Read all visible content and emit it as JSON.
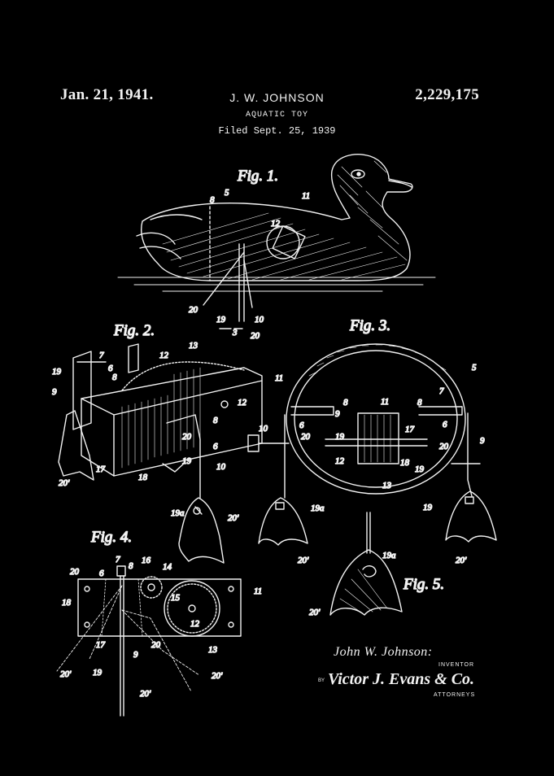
{
  "header": {
    "date": "Jan. 21, 1941.",
    "inventor_name": "J. W. JOHNSON",
    "patent_number": "2,229,175",
    "title": "AQUATIC TOY",
    "filed": "Filed Sept. 25, 1939"
  },
  "figures": {
    "fig1": {
      "label": "Fig. 1.",
      "refs": [
        "5",
        "11",
        "12",
        "8",
        "20",
        "19",
        "10",
        "3",
        "20"
      ]
    },
    "fig2": {
      "label": "Fig. 2.",
      "refs": [
        "7",
        "6",
        "8",
        "19",
        "9",
        "13",
        "12",
        "11",
        "12",
        "8",
        "20",
        "6",
        "17",
        "18",
        "19",
        "10",
        "20'",
        "19a",
        "20'"
      ]
    },
    "fig3": {
      "label": "Fig. 3.",
      "refs": [
        "5",
        "8",
        "9",
        "11",
        "8",
        "7",
        "10",
        "6",
        "20",
        "19",
        "17",
        "6",
        "20",
        "9",
        "12",
        "18",
        "19",
        "13",
        "19a",
        "19",
        "20'",
        "20'"
      ]
    },
    "fig4": {
      "label": "Fig. 4.",
      "refs": [
        "7",
        "6",
        "8",
        "16",
        "14",
        "20",
        "11",
        "15",
        "18",
        "12",
        "17",
        "9",
        "20",
        "13",
        "20'",
        "19",
        "20'",
        "20'"
      ]
    },
    "fig5": {
      "label": "Fig. 5.",
      "refs": [
        "19a",
        "20'"
      ]
    }
  },
  "signature": {
    "inventor_signature": "John W. Johnson:",
    "inventor_caption": "INVENTOR",
    "by": "BY",
    "attorney_signature": "Victor J. Evans & Co.",
    "attorney_caption": "ATTORNEYS"
  }
}
